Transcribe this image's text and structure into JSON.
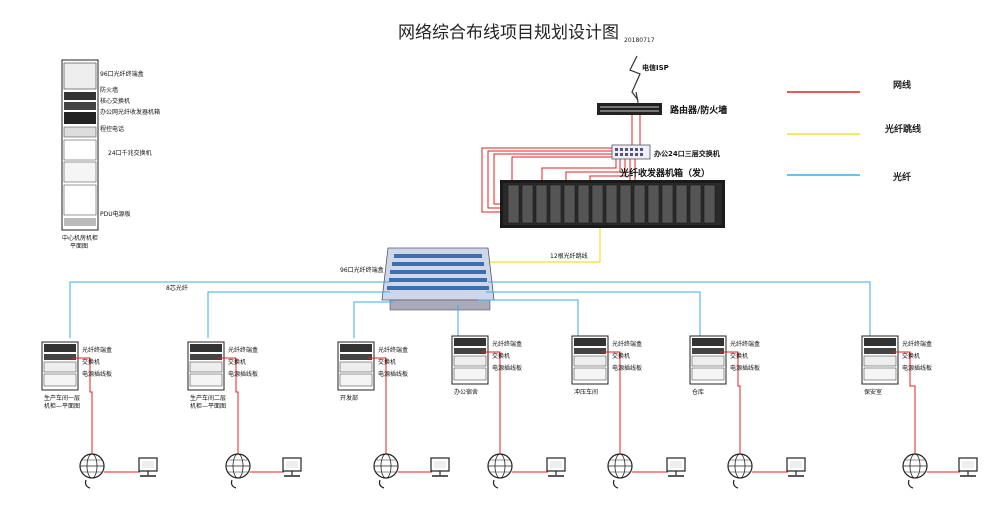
{
  "title": "网络综合布线项目规划设计图",
  "title_date": "20180717",
  "legend": [
    {
      "label": "网线",
      "color": "#e02020"
    },
    {
      "label": "光纤跳线",
      "color": "#f0e030"
    },
    {
      "label": "光纤",
      "color": "#3aaee8"
    }
  ],
  "isp_label": "电信ISP",
  "router_label": "路由器/防火墙",
  "core_switch_label": "办公24口三层交换机",
  "media_chassis_label": "光纤收发器机箱（发）",
  "patch_jump_label": "12根光纤跳线",
  "fiber_panel_label": "96口光纤终端盒",
  "fiber8_label": "8芯光纤",
  "center_rack": {
    "labels": [
      "96口光纤终端盒",
      "防火墙",
      "核心交换机",
      "办公网光纤收发器机箱",
      "程控电话",
      "24口千兆交换机",
      "PDU电源板"
    ],
    "caption_line1": "中心机房机柜",
    "caption_line2": "平面图"
  },
  "sub_racks": [
    {
      "labels": [
        "光纤终端盒",
        "交换机",
        "电源插线板"
      ],
      "caption_line1": "生产车间一层",
      "caption_line2": "机柜—平面图"
    },
    {
      "labels": [
        "光纤终端盒",
        "交换机",
        "电源插线板"
      ],
      "caption_line1": "生产车间二层",
      "caption_line2": "机柜—平面图"
    },
    {
      "labels": [
        "光纤终端盒",
        "交换机",
        "电源插线板"
      ],
      "caption_line1": "开发部",
      "caption_line2": ""
    },
    {
      "labels": [
        "光纤终端盒",
        "交换机",
        "电源插线板"
      ],
      "caption_line1": "办公宿舍",
      "caption_line2": ""
    },
    {
      "labels": [
        "光纤终端盒",
        "交换机",
        "电源插线板"
      ],
      "caption_line1": "冲压车间",
      "caption_line2": ""
    },
    {
      "labels": [
        "光纤终端盒",
        "交换机",
        "电源插线板"
      ],
      "caption_line1": "仓库",
      "caption_line2": ""
    },
    {
      "labels": [
        "光纤终端盒",
        "交换机",
        "电源插线板"
      ],
      "caption_line1": "保安室",
      "caption_line2": ""
    }
  ]
}
